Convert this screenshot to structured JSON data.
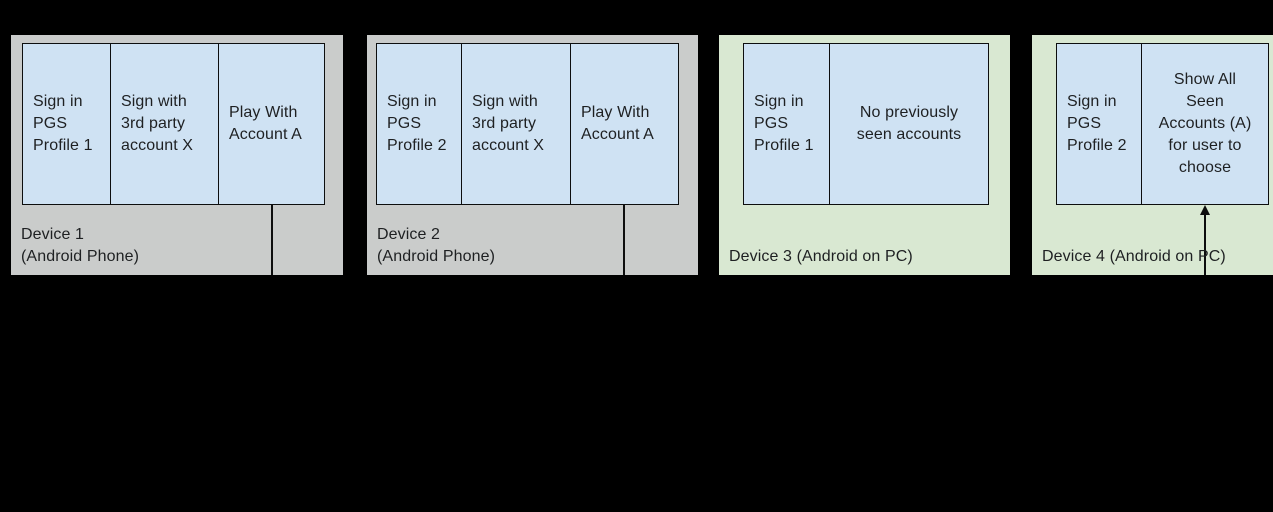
{
  "canvas": {
    "background": "#000000"
  },
  "colors": {
    "phone_device_bg": "#cacccb",
    "pc_device_bg": "#d9e8d2",
    "cell_bg": "#cfe2f3",
    "border": "#0d0e0e",
    "text": "#1e2022"
  },
  "devices": [
    {
      "name": "device-1",
      "label": "Device 1\n(Android Phone)",
      "cells": [
        {
          "text": "Sign in\nPGS\nProfile 1"
        },
        {
          "text": "Sign with\n3rd party\naccount X"
        },
        {
          "text": "Play With\nAccount A"
        }
      ]
    },
    {
      "name": "device-2",
      "label": "Device 2\n(Android Phone)",
      "cells": [
        {
          "text": "Sign in\nPGS\nProfile 2"
        },
        {
          "text": "Sign with\n3rd party\naccount X"
        },
        {
          "text": "Play With\nAccount A"
        }
      ]
    },
    {
      "name": "device-3",
      "label": "Device 3 (Android on PC)",
      "cells": [
        {
          "text": "Sign in\nPGS\nProfile 1"
        },
        {
          "text": "No previously\nseen accounts"
        }
      ]
    },
    {
      "name": "device-4",
      "label": "Device 4 (Android on PC)",
      "cells": [
        {
          "text": "Sign in\nPGS\nProfile 2"
        },
        {
          "text": "Show All\nSeen\nAccounts (A)\nfor user to\nchoose"
        }
      ]
    }
  ]
}
